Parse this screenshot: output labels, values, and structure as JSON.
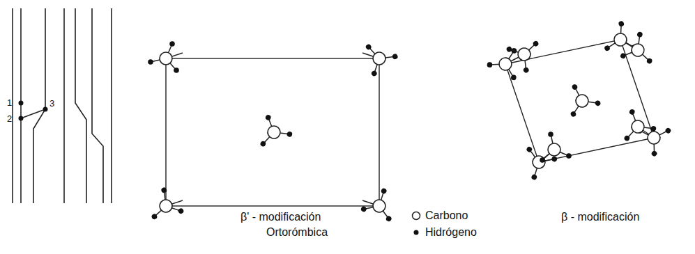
{
  "diagram": {
    "labels": [
      "1",
      "2",
      "3",
      "β' - modificación",
      "Ortorómbica",
      "β - modificación"
    ],
    "legend": [
      {
        "text": "Carbono"
      },
      {
        "text": "Hidrógeno"
      }
    ]
  }
}
